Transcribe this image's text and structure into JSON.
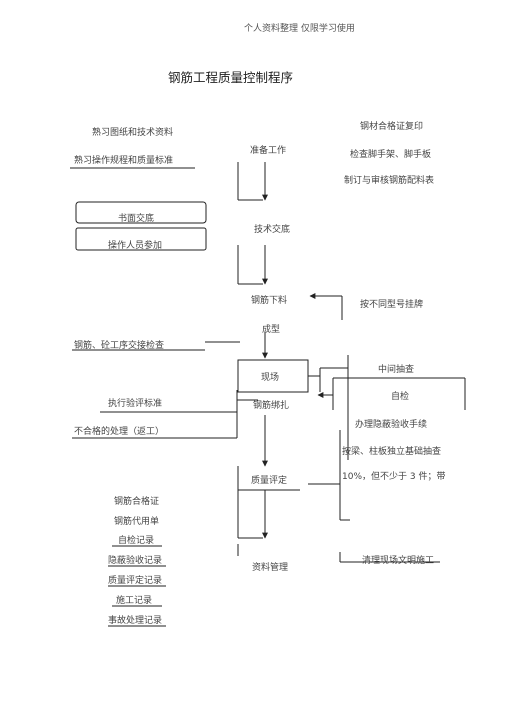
{
  "header": {
    "note": "个人资料整理 仅限学习使用"
  },
  "doc": {
    "title": "钢筋工程质量控制程序"
  },
  "flow": {
    "step_prepare": "准备工作",
    "step_tech": "技术交底",
    "step_cut": "钢筋下料",
    "step_form": "成型",
    "step_site": "现场",
    "step_bind": "钢筋绑扎",
    "step_eval": "质量评定",
    "step_data": "资料管理"
  },
  "left": {
    "study": "熟习图纸和技术资料",
    "rules": "熟习操作规程和质量标准",
    "written": "书面交底",
    "staff": "操作人员参加",
    "handover": "钢筋、砼工序交接检查",
    "standard": "执行验评标准",
    "reject": "不合格的处理（返工）"
  },
  "right": {
    "recheck": "钢材合格证复印",
    "scaffold": "检查脚手架、脚手板",
    "schedule": "制订与审核钢筋配料表",
    "tag": "按不同型号挂牌",
    "sample": "中间抽查",
    "self": "自检",
    "hidden": "办理隐蔽验收手续",
    "beam": "按梁、柱板独立基础抽查",
    "ratio": "10%，但不少于 3 件；带",
    "clean": "清理现场文明施工"
  },
  "records": {
    "items": [
      "钢筋合格证",
      "钢筋代用单",
      "自检记录",
      "隐蔽验收记录",
      "质量评定记录",
      "施工记录",
      "事故处理记录"
    ]
  }
}
